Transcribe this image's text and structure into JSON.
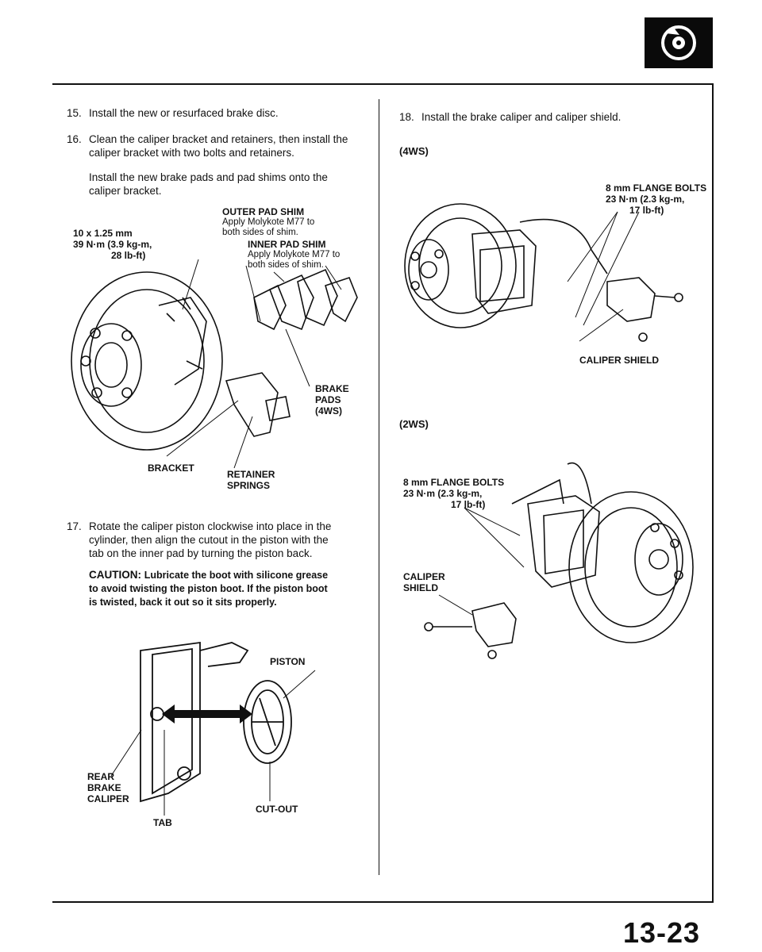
{
  "header": {
    "logo_icon": "brake-disc-icon"
  },
  "left": {
    "step15": {
      "num": "15.",
      "text": "Install the new or resurfaced brake disc."
    },
    "step16": {
      "num": "16.",
      "line1": "Clean the caliper bracket and retainers, then install the",
      "line2": "caliper bracket with two bolts and retainers.",
      "para2_line1": "Install the new brake pads and pad shims onto the",
      "para2_line2": "caliper bracket."
    },
    "fig1": {
      "bolt_label_1": "10 x 1.25 mm",
      "bolt_label_2": "39 N·m (3.9 kg-m,",
      "bolt_label_3": "28 lb-ft)",
      "outer_shim_title": "OUTER PAD SHIM",
      "outer_shim_1": "Apply Molykote M77 to",
      "outer_shim_2": "both sides of shim.",
      "inner_shim_title": "INNER PAD SHIM",
      "inner_shim_1": "Apply Molykote M77 to",
      "inner_shim_2": "both sides of shim.",
      "brake_pads_1": "BRAKE",
      "brake_pads_2": "PADS",
      "brake_pads_3": "(4WS)",
      "bracket": "BRACKET",
      "retainer_1": "RETAINER",
      "retainer_2": "SPRINGS"
    },
    "step17": {
      "num": "17.",
      "line1": "Rotate the caliper piston clockwise into place in the",
      "line2": "cylinder, then align the cutout in the piston with the",
      "line3": "tab on the inner pad by turning the piston back.",
      "caution_label": "CAUTION:",
      "caution_1": "Lubricate the boot with silicone grease",
      "caution_2": "to avoid twisting the piston boot. If the piston boot",
      "caution_3": "is twisted, back it out so it sits properly."
    },
    "fig2": {
      "piston": "PISTON",
      "rear_1": "REAR",
      "rear_2": "BRAKE",
      "rear_3": "CALIPER",
      "tab": "TAB",
      "cutout": "CUT-OUT"
    }
  },
  "right": {
    "step18": {
      "num": "18.",
      "text": "Install the brake caliper and caliper shield."
    },
    "fig3": {
      "title": "(4WS)",
      "bolts_1": "8 mm FLANGE BOLTS",
      "bolts_2": "23 N·m (2.3 kg-m,",
      "bolts_3": "17 lb-ft)",
      "shield": "CALIPER SHIELD"
    },
    "fig4": {
      "title": "(2WS)",
      "bolts_1": "8 mm FLANGE BOLTS",
      "bolts_2": "23 N·m (2.3 kg-m,",
      "bolts_3": "17 lb-ft)",
      "shield_1": "CALIPER",
      "shield_2": "SHIELD"
    }
  },
  "footer": {
    "page_number": "13-23"
  }
}
